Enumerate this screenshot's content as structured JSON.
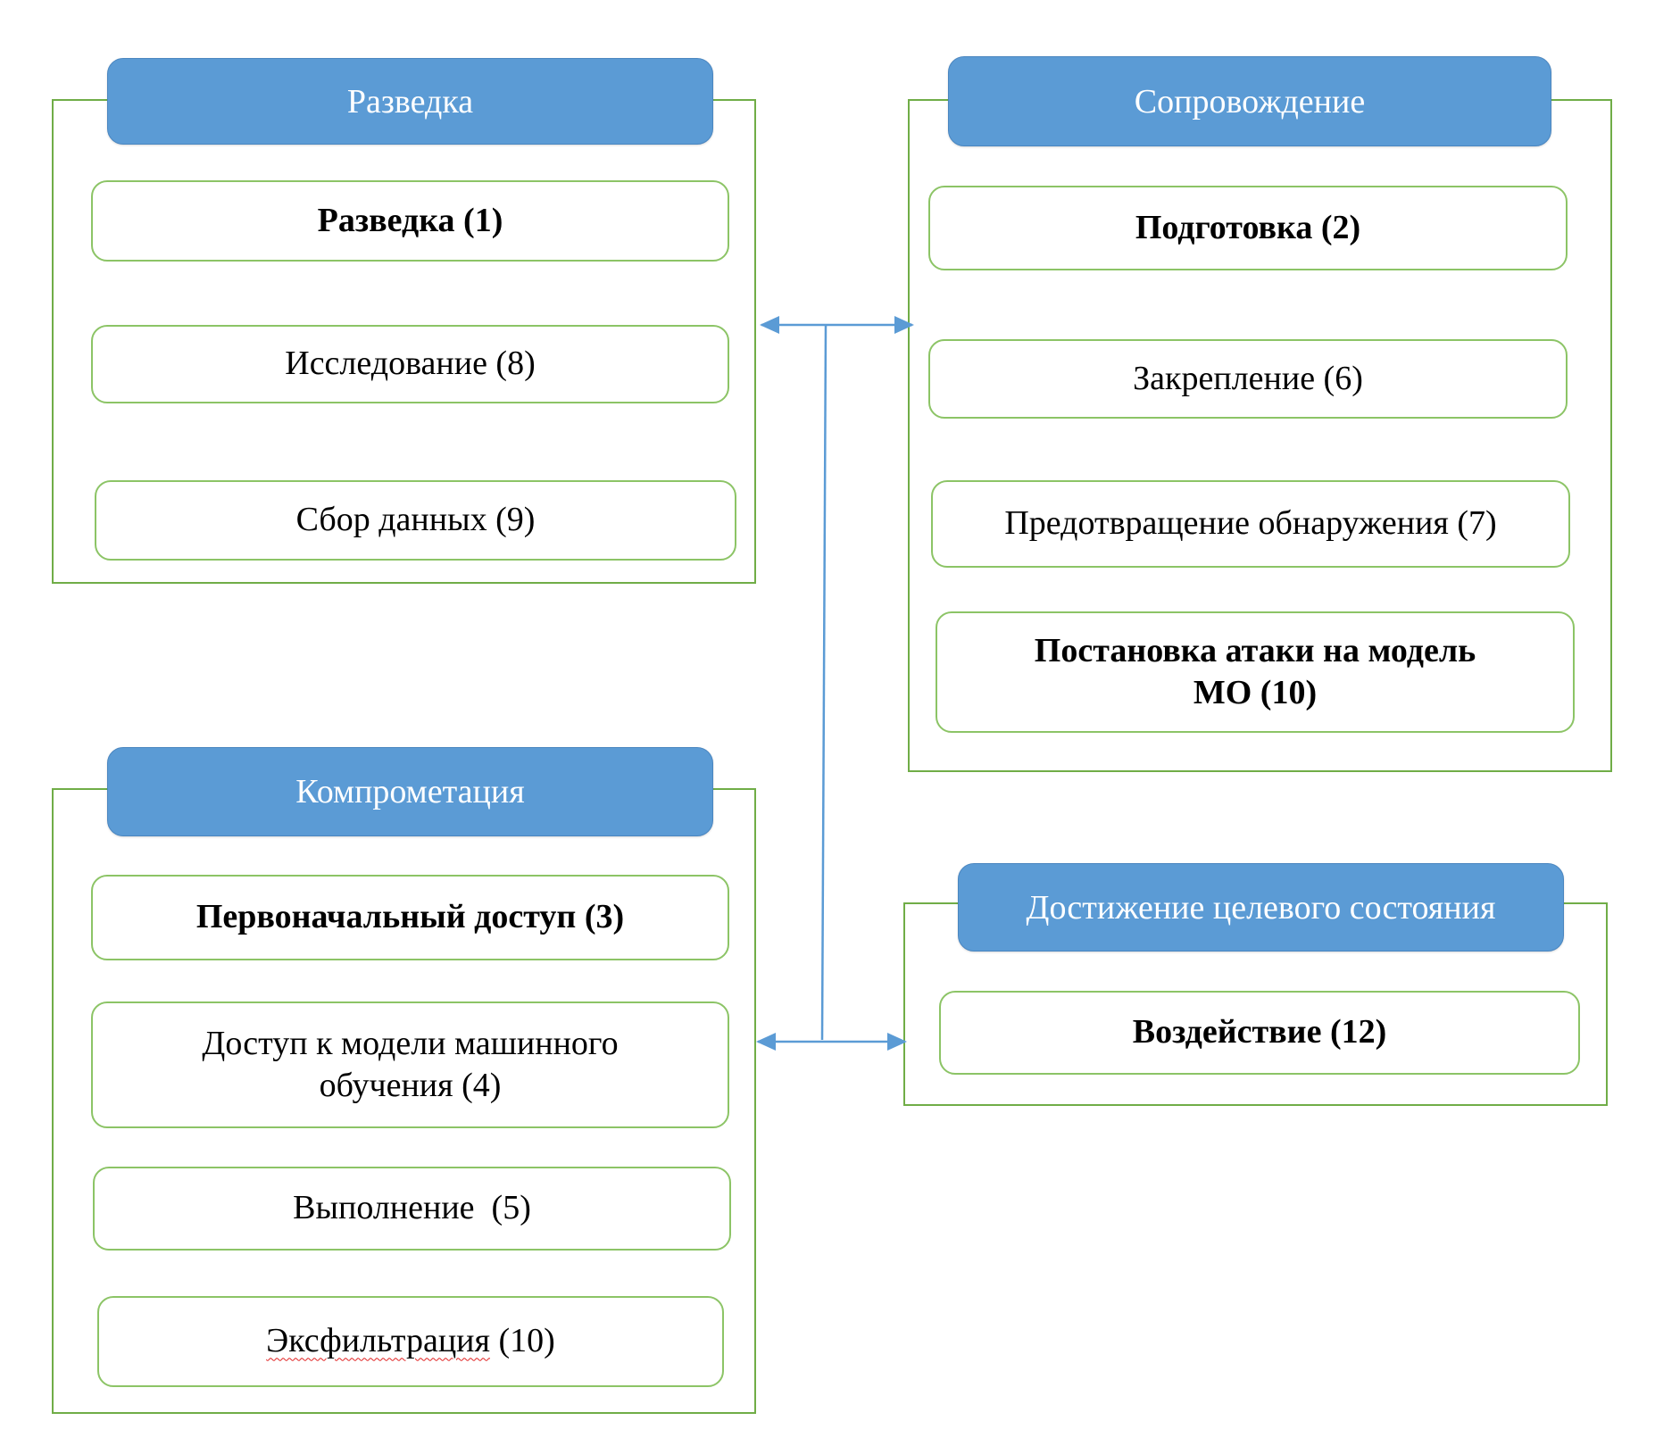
{
  "groups": {
    "recon": {
      "title": "Разведка",
      "items": [
        {
          "label": "Разведка (1)",
          "bold": true
        },
        {
          "label": "Исследование (8)",
          "bold": false
        },
        {
          "label": "Сбор данных (9)",
          "bold": false
        }
      ]
    },
    "support": {
      "title": "Сопровождение",
      "items": [
        {
          "label": "Подготовка (2)",
          "bold": true
        },
        {
          "label": "Закрепление (6)",
          "bold": false
        },
        {
          "label": "Предотвращение обнаружения (7)",
          "bold": false
        },
        {
          "label": "Постановка атаки на модель МО (10)",
          "bold": true
        }
      ]
    },
    "compromise": {
      "title": "Компрометация",
      "items": [
        {
          "label": "Первоначальный доступ (3)",
          "bold": true
        },
        {
          "label": "Доступ к модели машинного обучения (4)",
          "bold": false
        },
        {
          "label": "Выполнение  (5)",
          "bold": false
        },
        {
          "label_main": "Эксфильтрация",
          "label_suffix": " (10)",
          "bold": false
        }
      ]
    },
    "goal": {
      "title": "Достижение целевого состояния",
      "items": [
        {
          "label": "Воздействие (12)",
          "bold": true
        }
      ]
    }
  },
  "colors": {
    "header_fill": "#5b9bd5",
    "group_border": "#70ad47",
    "item_border": "#8cc466",
    "connector": "#5b9bd5"
  }
}
